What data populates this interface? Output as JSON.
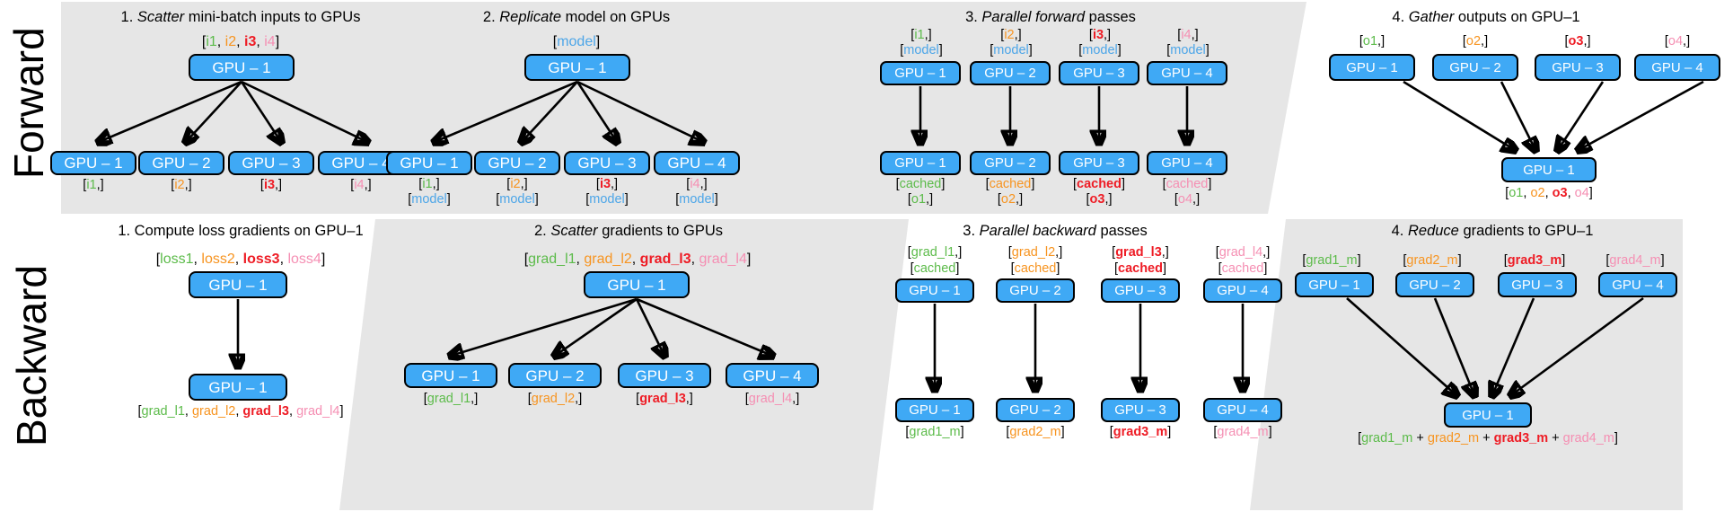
{
  "rows": [
    {
      "label": "Forward"
    },
    {
      "label": "Backward"
    }
  ],
  "colors": {
    "gpu_box": "#3fa9f5",
    "band": "#e6e6e6",
    "green": "#5cbb4a",
    "orange": "#f79420",
    "red": "#ee1c25",
    "pink": "#f58fb3",
    "model_blue": "#4da6e8"
  },
  "forward": {
    "p1": {
      "title_num": "1.",
      "title_em": "Scatter",
      "title_rest": "mini-batch inputs to GPUs",
      "top_tag": {
        "open": "[",
        "a": "i1",
        "c1": ", ",
        "b": "i2",
        "c2": ", ",
        "c": "i3",
        "c3": ", ",
        "d": "i4",
        "close": "]"
      },
      "top_node": "GPU – 1",
      "nodes": [
        "GPU – 1",
        "GPU – 2",
        "GPU – 3",
        "GPU – 4"
      ],
      "tags": [
        "[i1,]",
        "[i2,]",
        "[i3,]",
        "[i4,]"
      ],
      "tag_vals": [
        "i1",
        "i2",
        "i3",
        "i4"
      ]
    },
    "p2": {
      "title_num": "2.",
      "title_em": "Replicate",
      "title_rest": "model on GPUs",
      "top_tag_open": "[",
      "top_tag_val": "model",
      "top_tag_close": "]",
      "top_node": "GPU – 1",
      "nodes": [
        "GPU – 1",
        "GPU – 2",
        "GPU – 3",
        "GPU – 4"
      ],
      "tag_vals": [
        "i1",
        "i2",
        "i3",
        "i4"
      ],
      "tag_model": "model"
    },
    "p3": {
      "title_num": "3.",
      "title_em": "Parallel forward",
      "title_rest": "passes",
      "top_tags": [
        "i1",
        "i2",
        "i3",
        "i4"
      ],
      "top_model": "model",
      "top_nodes": [
        "GPU – 1",
        "GPU – 2",
        "GPU – 3",
        "GPU – 4"
      ],
      "bot_nodes": [
        "GPU – 1",
        "GPU – 2",
        "GPU – 3",
        "GPU – 4"
      ],
      "bot_cached": "cached",
      "bot_outs": [
        "o1",
        "o2",
        "o3",
        "o4"
      ]
    },
    "p4": {
      "title_num": "4.",
      "title_em": "Gather",
      "title_rest": "outputs on GPU–1",
      "top_tags": [
        "o1",
        "o2",
        "o3",
        "o4"
      ],
      "top_nodes": [
        "GPU – 1",
        "GPU – 2",
        "GPU – 3",
        "GPU – 4"
      ],
      "bot_node": "GPU – 1",
      "bot_tag": {
        "open": "[",
        "a": "o1",
        "c1": ", ",
        "b": "o2",
        "c2": ", ",
        "c": "o3",
        "c3": ", ",
        "d": "o4",
        "close": "]"
      }
    }
  },
  "backward": {
    "p1": {
      "title": "1. Compute loss gradients on GPU–1",
      "top_tag": {
        "open": "[",
        "a": "loss1",
        "c1": ", ",
        "b": "loss2",
        "c2": ", ",
        "c": "loss3",
        "c3": ", ",
        "d": "loss4",
        "close": "]"
      },
      "top_node": "GPU – 1",
      "bot_node": "GPU – 1",
      "bot_tag": {
        "open": "[",
        "a": "grad_l1",
        "c1": ", ",
        "b": "grad_l2",
        "c2": ", ",
        "c": "grad_l3",
        "c3": ", ",
        "d": "grad_l4",
        "close": "]"
      }
    },
    "p2": {
      "title_num": "2.",
      "title_em": "Scatter",
      "title_rest": "gradients to GPUs",
      "top_tag": {
        "open": "[",
        "a": "grad_l1",
        "c1": ", ",
        "b": "grad_l2",
        "c2": ", ",
        "c": "grad_l3",
        "c3": ", ",
        "d": "grad_l4",
        "close": "]"
      },
      "top_node": "GPU – 1",
      "nodes": [
        "GPU – 1",
        "GPU – 2",
        "GPU – 3",
        "GPU – 4"
      ],
      "tag_vals": [
        "grad_l1",
        "grad_l2",
        "grad_l3",
        "grad_l4"
      ]
    },
    "p3": {
      "title_num": "3.",
      "title_em": "Parallel backward",
      "title_rest": "passes",
      "top_tags": [
        "grad_l1",
        "grad_l2",
        "grad_l3",
        "grad_l4"
      ],
      "top_cached": "cached",
      "top_nodes": [
        "GPU – 1",
        "GPU – 2",
        "GPU – 3",
        "GPU – 4"
      ],
      "bot_nodes": [
        "GPU – 1",
        "GPU – 2",
        "GPU – 3",
        "GPU – 4"
      ],
      "bot_tags": [
        "grad1_m",
        "grad2_m",
        "grad3_m",
        "grad4_m"
      ]
    },
    "p4": {
      "title_num": "4.",
      "title_em": "Reduce",
      "title_rest": "gradients to GPU–1",
      "top_tags": [
        "grad1_m",
        "grad2_m",
        "grad3_m",
        "grad4_m"
      ],
      "top_nodes": [
        "GPU – 1",
        "GPU – 2",
        "GPU – 3",
        "GPU – 4"
      ],
      "bot_node": "GPU – 1",
      "bot_tag": {
        "open": "[",
        "a": "grad1_m",
        "c1": " + ",
        "b": "grad2_m",
        "c2": " + ",
        "c": "grad3_m",
        "c3": " + ",
        "d": "grad4_m",
        "close": "]"
      }
    }
  }
}
